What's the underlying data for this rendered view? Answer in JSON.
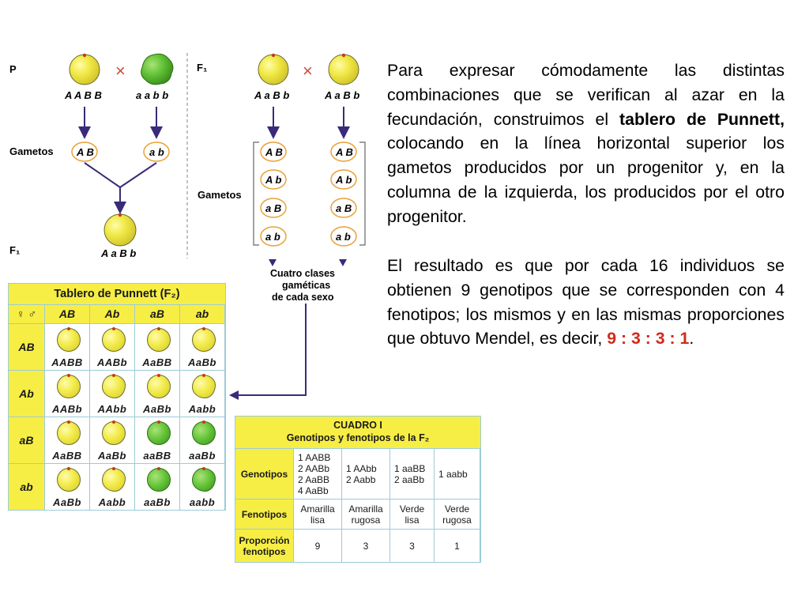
{
  "paragraph1": {
    "before": "Para expresar cómodamente las distintas combinaciones que se verifican al azar en la fecundación, construimos el ",
    "bold": "tablero de Punnett,",
    "after": " colocando en la línea horizontal superior los gametos producidos por un progenitor y, en la columna de la izquierda, los producidos por el otro progenitor."
  },
  "paragraph2": {
    "text": "El resultado es que por cada 16 individuos se obtienen 9 genotipos que se corresponden con 4 fenotipos; los mismos y en las mismas proporciones que obtuvo Mendel, es decir, ",
    "ratio": "9 : 3 : 3 : 1",
    "end": "."
  },
  "left_cross": {
    "p_label": "P",
    "cross_symbol": "×",
    "parent1_genotype": "A A  B B",
    "parent2_genotype": "a a  b b",
    "gametos_label": "Gametos",
    "gamete1": "A B",
    "gamete2": "a b",
    "f1_label": "F₁",
    "f1_genotype": "A a  B b"
  },
  "right_cross": {
    "f1_label": "F₁",
    "cross_symbol": "×",
    "parent1_genotype": "A a  B b",
    "parent2_genotype": "A a  B b",
    "gametos_label": "Gametos",
    "gametes": [
      "A B",
      "A b",
      "a B",
      "a b"
    ],
    "caption_line1": "Cuatro clases",
    "caption_line2": "gaméticas",
    "caption_line3": "de cada sexo"
  },
  "punnett": {
    "title": "Tablero de Punnett (F₂)",
    "corner": "♀ ♂",
    "col_headers": [
      "AB",
      "Ab",
      "aB",
      "ab"
    ],
    "row_headers": [
      "AB",
      "Ab",
      "aB",
      "ab"
    ],
    "cells": [
      [
        {
          "g": "AABB",
          "c": "yellow",
          "w": false
        },
        {
          "g": "AABb",
          "c": "yellow",
          "w": false
        },
        {
          "g": "AaBB",
          "c": "yellow",
          "w": false
        },
        {
          "g": "AaBb",
          "c": "yellow",
          "w": false
        }
      ],
      [
        {
          "g": "AABb",
          "c": "yellow",
          "w": false
        },
        {
          "g": "AAbb",
          "c": "yellow",
          "w": true
        },
        {
          "g": "AaBb",
          "c": "yellow",
          "w": false
        },
        {
          "g": "Aabb",
          "c": "yellow",
          "w": true
        }
      ],
      [
        {
          "g": "AaBB",
          "c": "yellow",
          "w": false
        },
        {
          "g": "AaBb",
          "c": "yellow",
          "w": false
        },
        {
          "g": "aaBB",
          "c": "green",
          "w": false
        },
        {
          "g": "aaBb",
          "c": "green",
          "w": false
        }
      ],
      [
        {
          "g": "AaBb",
          "c": "yellow",
          "w": false
        },
        {
          "g": "Aabb",
          "c": "yellow",
          "w": true
        },
        {
          "g": "aaBb",
          "c": "green",
          "w": false
        },
        {
          "g": "aabb",
          "c": "green",
          "w": true
        }
      ]
    ]
  },
  "cuadro": {
    "title1": "CUADRO I",
    "title2": "Genotipos y fenotipos de la F₂",
    "row_labels": [
      "Genotipos",
      "Fenotipos",
      "Proporción fenotipos"
    ],
    "genotypes": [
      [
        "1 AABB",
        "2 AABb",
        "2 AaBB",
        "4 AaBb"
      ],
      [
        "1 AAbb",
        "2 Aabb"
      ],
      [
        "1 aaBB",
        "2 aaBb"
      ],
      [
        "1 aabb"
      ]
    ],
    "phenotypes": [
      [
        "Amarilla",
        "lisa"
      ],
      [
        "Amarilla",
        "rugosa"
      ],
      [
        "Verde",
        "lisa"
      ],
      [
        "Verde",
        "rugosa"
      ]
    ],
    "proportions": [
      "9",
      "3",
      "3",
      "1"
    ]
  }
}
